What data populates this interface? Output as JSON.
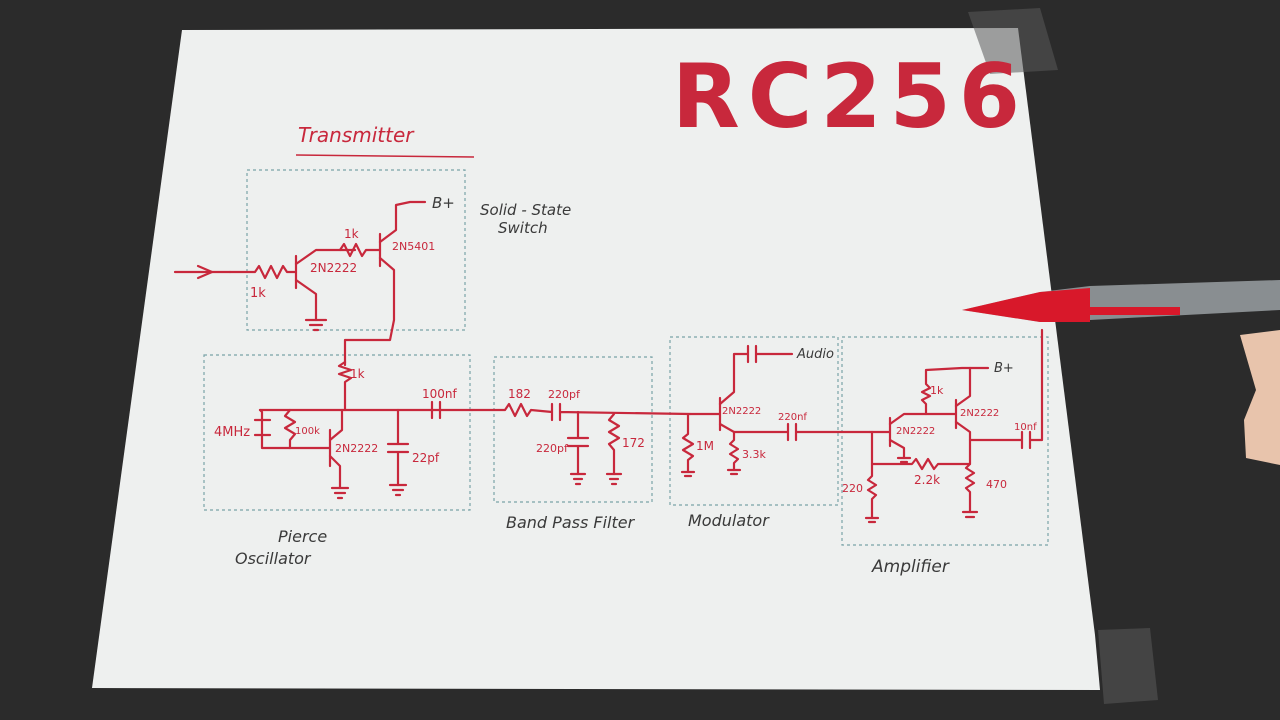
{
  "title": "RC256",
  "subtitle": "Transmitter",
  "sections": {
    "switch": "Solid-State\nSwitch",
    "oscillator": "Pierce\nOscillator",
    "filter": "Band Pass Filter",
    "modulator": "Modulator",
    "amplifier": "Amplifier"
  },
  "labels": {
    "bplus1": "B+",
    "bplus2": "B+",
    "audio": "Audio",
    "r_in": "1k",
    "r_base": "1k",
    "q_switch_npn": "2N2222",
    "q_switch_pnp": "2N5401",
    "r_osc": "1k",
    "crystal": "4MHz",
    "r_100k": "100k",
    "q_osc": "2N2222",
    "c_22pf": "22pf",
    "c_100nf": "100nf",
    "inductor1": "182",
    "c_220pf_series": "220pf",
    "c_220pf_shunt": "220pf",
    "inductor2": "172",
    "r_1m": "1M",
    "q_mod": "2N2222",
    "r_33k": "3.3k",
    "c_220nf": "220nf",
    "r_1k_amp": "1k",
    "q_amp1": "2N2222",
    "q_amp2": "2N2222",
    "r_22k": "2.2k",
    "r_220": "220",
    "r_470": "470",
    "c_10nf": "10nf"
  },
  "colors": {
    "ink": "#c8283c",
    "paper": "#eef0ef",
    "guide": "#7aa3a8",
    "pencil": "#3a3a3a"
  }
}
